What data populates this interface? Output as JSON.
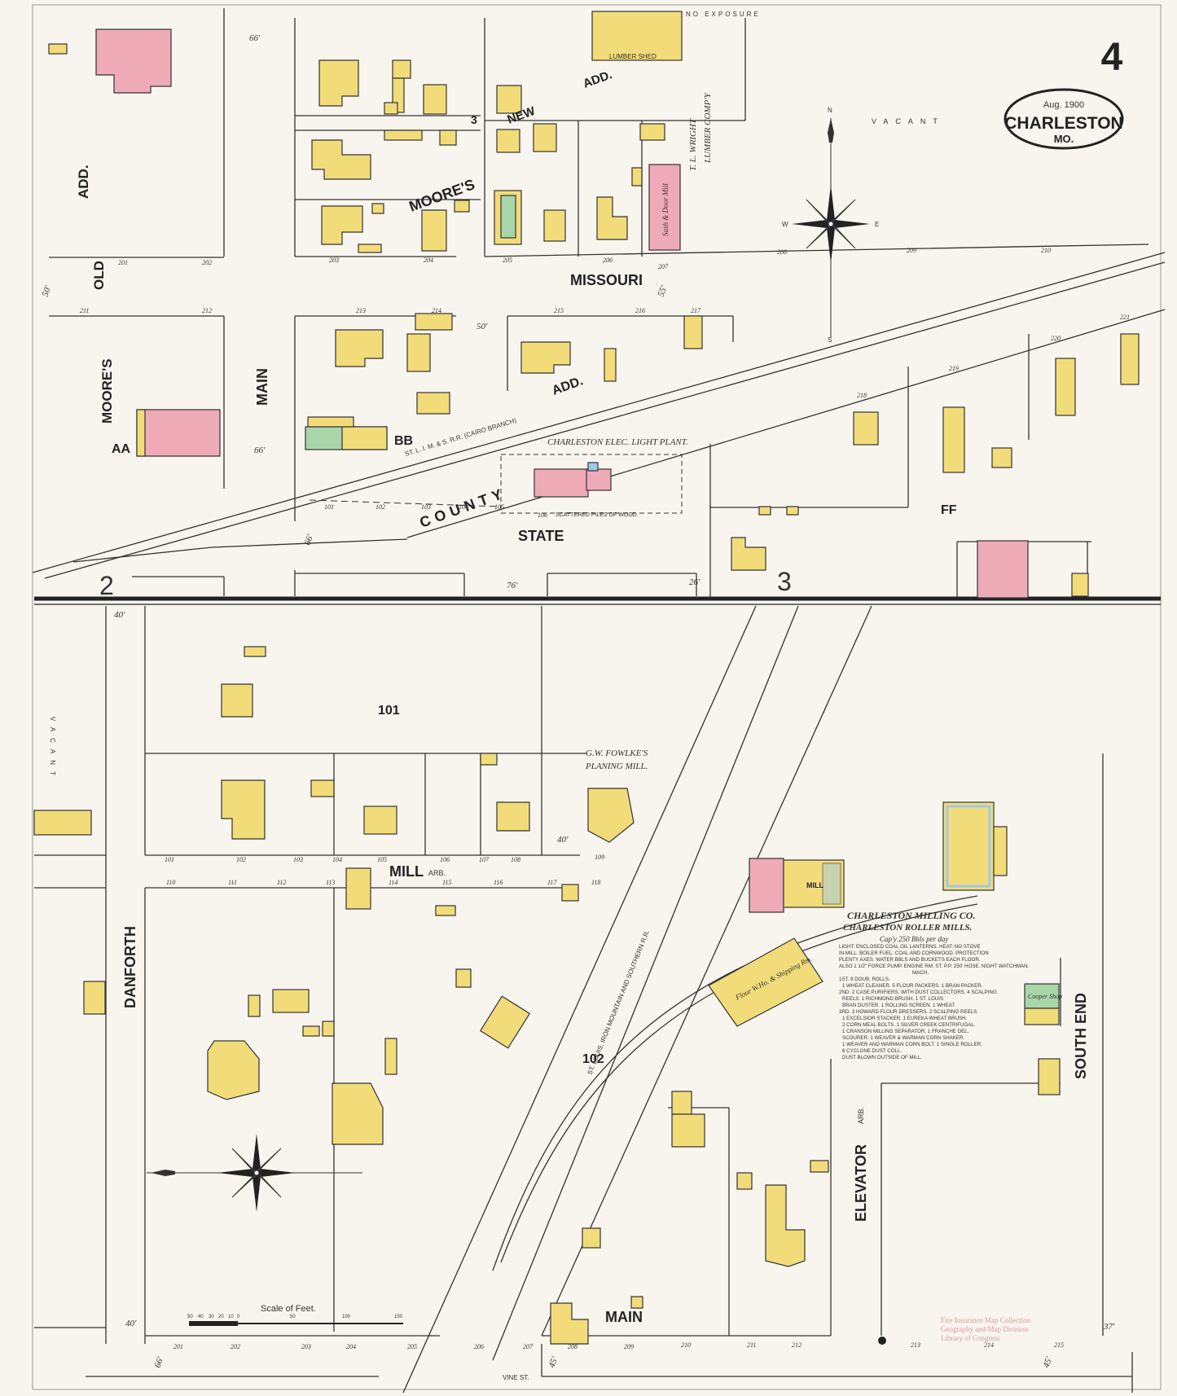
{
  "sheet": {
    "number": "4",
    "stamp_date": "Aug. 1900",
    "stamp_town": "CHARLESTON",
    "stamp_state": "MO.",
    "no_exposure": "NO EXPOSURE",
    "vacant_top": "VACANT",
    "vacant_left": "VACANT",
    "collection_note": [
      "Fire Insurance Map Collection",
      "Geography and Map Division",
      "Library of Congress"
    ]
  },
  "colors": {
    "paper": "#f7f5ee",
    "frame_wood": "#f2dc7a",
    "brick": "#efaab8",
    "stone": "#a8d6a8",
    "special": "#9ec9e6",
    "line": "#333333"
  },
  "streets": {
    "missouri": "MISSOURI",
    "main_top": "MAIN",
    "state": "STATE",
    "mill": "MILL",
    "mill_suffix": "ARB.",
    "danforth": "DANFORTH",
    "main_bottom": "MAIN",
    "elevator": "ELEVATOR",
    "elevator_suffix": "ARB.",
    "south_end": "SOUTH END",
    "county": "COUNTY",
    "add_county": "ADD.",
    "moores_add": "MOORE'S",
    "old_add": "OLD",
    "add_old": "ADD.",
    "moores_left": "MOORE'S",
    "new_add": "NEW",
    "add_new": "ADD.",
    "vine": "VINE ST."
  },
  "railroads": {
    "top": "ST. L. I. M. & S. R.R. (CAIRO BRANCH)",
    "bottom": "ST. LOUIS, IRON MOUNTAIN AND SOUTHERN R.R."
  },
  "blocks": {
    "aa": "AA",
    "bb": "BB",
    "ff": "FF",
    "b101": "101",
    "b102": "102",
    "key_2": "2",
    "key_3": "3",
    "key_3b": "3"
  },
  "labels": {
    "lumber_co_1": "T. L. WRIGHT",
    "lumber_co_2": "LUMBER COMP'Y",
    "lumber_shed": "LUMBER SHED",
    "elec_plant": "CHARLESTON ELEC. LIGHT PLANT.",
    "scattered_wood": "SCATTERED PILES OF WOOD.",
    "planing_mill_1": "G.W. FOWLKE'S",
    "planing_mill_2": "PLANING MILL.",
    "milling_co": "CHARLESTON MILLING CO.",
    "roller_mills": "CHARLESTON ROLLER MILLS.",
    "capacity": "Cap'y 250 Bbls per day",
    "flour_wh": "Flour W.Ho. & Shipping Rm.",
    "cooper": "Cooper Shop",
    "sash_door": "Sash & Door Mill",
    "mill": "MILL",
    "scale": "Scale of Feet.",
    "scale_ticks": [
      "50",
      "40",
      "30",
      "20",
      "10",
      "0",
      "50",
      "100",
      "150"
    ]
  },
  "mill_notes": [
    "LIGHT: ENCLOSED COAL OIL LANTERNS. HEAT: NO STOVE",
    "IN MILL. BOILER FUEL: COAL AND CORNWOOD. PROTECTION",
    "PLENTY AXES. WATER BBLS AND BUCKETS EACH FLOOR.",
    "ALSO 1 1/2\" FORCE PUMP. ENGINE RM. ST. P.P. 250' HOSE. NIGHT WATCHMAN.",
    "MACH.",
    "1ST. 8 DOUB. ROLLS.",
    "1 WHEAT CLEANER. 5 FLOUR PACKERS. 1 BRAN PACKER.",
    "2ND. 2 CASE PURIFIERS. WITH DUST COLLECTORS. 4 SCALPING",
    "REELS. 1 RICHMOND BRUSH. 1 ST. LOUIS",
    "BRAN DUSTER. 1 ROLLING SCREEN. 1 WHEAT",
    "3RD. 3 HOWARD FLOUR DRESSERS. 2 SCALPING REELS.",
    "1 EXCELSIOR STACKER. 1 EUREKA WHEAT BRUSH.",
    "2 CORN MEAL BOLTS. 1 SILVER CREEK CENTRIFUGAL.",
    "1 CRANSON MILLING SEPARATOR. 1 FRANCHE DEL.",
    "SCOURER. 1 WEAVER & WARMAN CORN SHAKER.",
    "1 WEAVER AND WARMAN CORN BOLT. 1 SINGLE ROLLER.",
    "6 CYCLONE DUST COLL.",
    "DUST BLOWN OUTSIDE OF MILL."
  ],
  "lot_numbers": {
    "t1": [
      "201",
      "202",
      "203",
      "204",
      "205",
      "206",
      "207",
      "208",
      "209",
      "210"
    ],
    "t2": [
      "211",
      "212",
      "213",
      "214",
      "215",
      "216",
      "217",
      "218",
      "219",
      "220",
      "221"
    ],
    "t3": [
      "101",
      "102",
      "103",
      "104",
      "105",
      "106"
    ],
    "b1": [
      "101",
      "102",
      "103",
      "104",
      "105",
      "106",
      "107",
      "108",
      "109"
    ],
    "b2": [
      "110",
      "111",
      "112",
      "113",
      "114",
      "115",
      "116",
      "117",
      "118"
    ],
    "b3": [
      "201",
      "202",
      "203",
      "204",
      "205",
      "206",
      "207",
      "208",
      "209",
      "210",
      "211",
      "212",
      "213",
      "214",
      "215"
    ]
  },
  "widths": {
    "w66a": "66'",
    "w66b": "66'",
    "w66c": "66'",
    "w66d": "66'",
    "w50a": "50'",
    "w50b": "50'",
    "w55": "55'",
    "w76": "76'",
    "w26": "26'",
    "w40a": "40'",
    "w40b": "40'",
    "w40c": "40'",
    "w37": "37'",
    "w45a": "45'",
    "w45b": "45'"
  },
  "compass": {
    "n": "N",
    "s": "S",
    "e": "E",
    "w": "W"
  }
}
